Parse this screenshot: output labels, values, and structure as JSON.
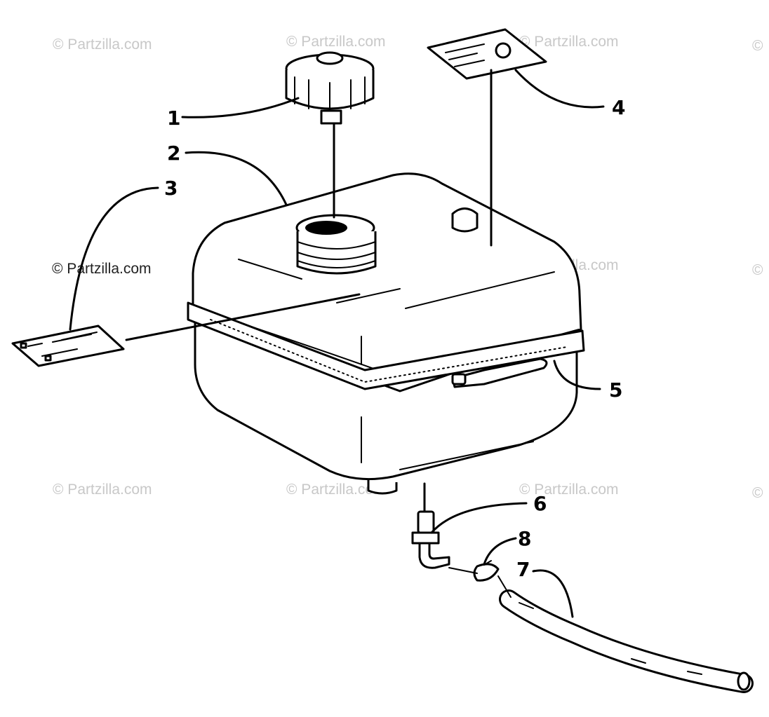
{
  "watermark": "© Partzilla.com",
  "callouts": {
    "c1": "1",
    "c2": "2",
    "c3": "3",
    "c4": "4",
    "c5": "5",
    "c6": "6",
    "c7": "7",
    "c8": "8"
  }
}
